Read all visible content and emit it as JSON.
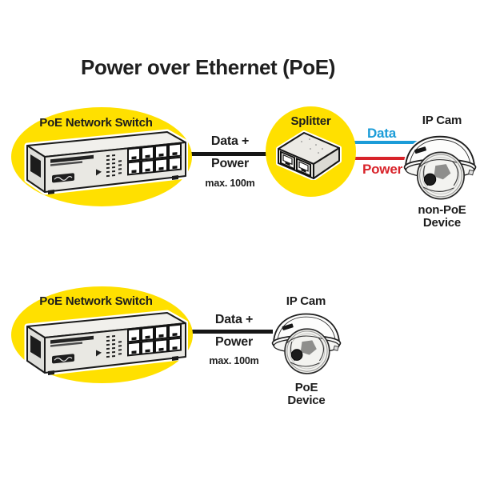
{
  "title": "Power over Ethernet (PoE)",
  "colors": {
    "highlight_yellow": "#FFE000",
    "data_blue": "#1B9CD8",
    "power_red": "#D8232A",
    "ink": "#1C1C1C"
  },
  "top_diagram": {
    "switch_label": "PoE Network Switch",
    "link_label_line1": "Data +",
    "link_label_line2": "Power",
    "link_note": "max. 100m",
    "splitter_label": "Splitter",
    "data_wire_label": "Data",
    "power_wire_label": "Power",
    "camera_label": "IP Cam",
    "device_type_line1": "non-PoE",
    "device_type_line2": "Device"
  },
  "bottom_diagram": {
    "switch_label": "PoE Network Switch",
    "link_label_line1": "Data +",
    "link_label_line2": "Power",
    "link_note": "max. 100m",
    "camera_label": "IP Cam",
    "device_type_line1": "PoE",
    "device_type_line2": "Device"
  }
}
